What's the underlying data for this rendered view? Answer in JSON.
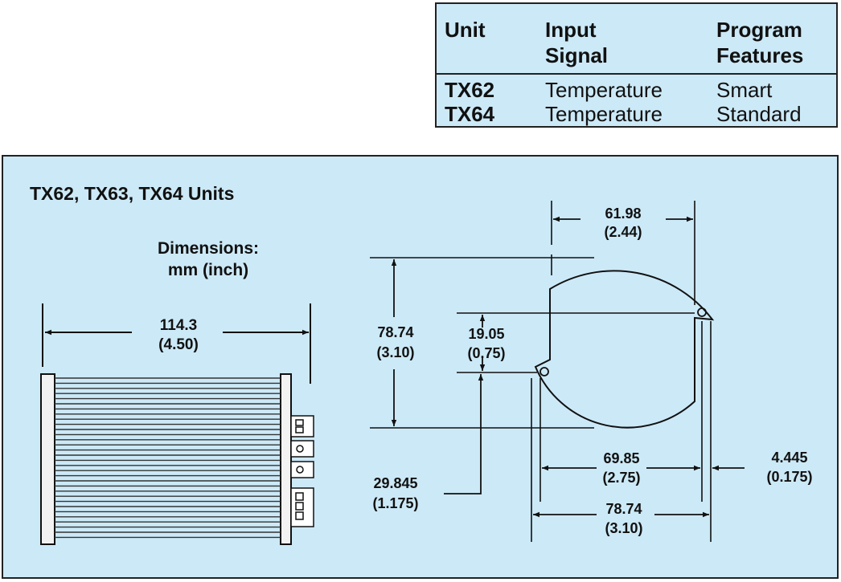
{
  "table": {
    "headers": [
      {
        "line1": "Unit",
        "line2": ""
      },
      {
        "line1": "Input",
        "line2": "Signal"
      },
      {
        "line1": "Program",
        "line2": "Features"
      }
    ],
    "rows": [
      {
        "unit": "TX62",
        "input": "Temperature",
        "features": "Smart"
      },
      {
        "unit": "TX64",
        "input": "Temperature",
        "features": "Standard"
      }
    ]
  },
  "drawing": {
    "title": "TX62, TX63, TX64 Units",
    "dimensions_label": [
      "Dimensions:",
      "mm (inch)"
    ],
    "dims": {
      "length": {
        "mm": "114.3",
        "inch": "(4.50)"
      },
      "top_width": {
        "mm": "61.98",
        "inch": "(2.44)"
      },
      "height": {
        "mm": "78.74",
        "inch": "(3.10)"
      },
      "offset": {
        "mm": "19.05",
        "inch": "(0.75)"
      },
      "lower_offset": {
        "mm": "29.845",
        "inch": "(1.175)"
      },
      "hole_spacing": {
        "mm": "69.85",
        "inch": "(2.75)"
      },
      "flange": {
        "mm": "4.445",
        "inch": "(0.175)"
      },
      "base_width": {
        "mm": "78.74",
        "inch": "(3.10)"
      }
    }
  }
}
